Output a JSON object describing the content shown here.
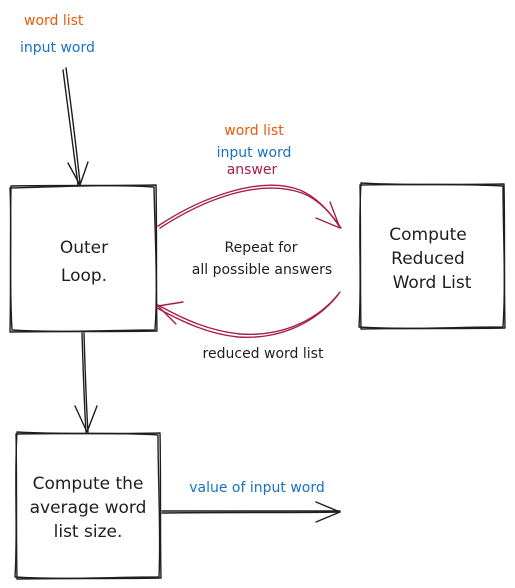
{
  "colors": {
    "ink": "#1e1e1e",
    "orange": "#e8590c",
    "blue": "#1971c2",
    "crimson": "#a61e4d"
  },
  "input": {
    "word_list": "word list",
    "input_word": "input word"
  },
  "outer_loop": {
    "line1": "Outer",
    "line2": "Loop."
  },
  "reduced_box": {
    "line1": "Compute",
    "line2": "Reduced",
    "line3": "Word List"
  },
  "average_box": {
    "line1": "Compute the",
    "line2": "average word",
    "line3": "list size."
  },
  "forward_arrow_labels": {
    "word_list": "word list",
    "input_word": "input word",
    "answer": "answer"
  },
  "loop_label": {
    "line1": "Repeat for",
    "line2": "all possible answers"
  },
  "return_arrow_label": "reduced word list",
  "output_label": "value of input word"
}
